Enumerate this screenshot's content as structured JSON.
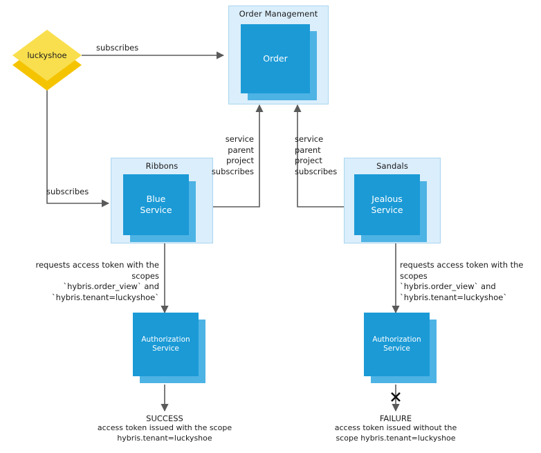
{
  "diagram": {
    "title_hidden": "",
    "tenant": {
      "label": "luckyshoe",
      "shape": "diamond",
      "fill": "#f9df4e",
      "shadow": "#f5c400"
    },
    "groups": [
      {
        "id": "order-management",
        "title": "Order Management"
      },
      {
        "id": "ribbons",
        "title": "Ribbons"
      },
      {
        "id": "sandals",
        "title": "Sandals"
      }
    ],
    "nodes": [
      {
        "id": "order",
        "label": "Order",
        "fill": "#1b9ad6",
        "shadow": "#4db3e4"
      },
      {
        "id": "blue-service",
        "label": "Blue\nService",
        "fill": "#1b9ad6",
        "shadow": "#4db3e4"
      },
      {
        "id": "jealous-service",
        "label": "Jealous\nService",
        "fill": "#1b9ad6",
        "shadow": "#4db3e4"
      },
      {
        "id": "authorization-service-left",
        "label": "Authorization\nService",
        "fill": "#1b9ad6",
        "shadow": "#4db3e4"
      },
      {
        "id": "authorization-service-right",
        "label": "Authorization\nService",
        "fill": "#1b9ad6",
        "shadow": "#4db3e4"
      }
    ],
    "edge_labels": {
      "tenant_to_order": "subscribes",
      "tenant_to_ribbons": "subscribes",
      "blue_to_order": "service\nparent\nproject\nsubscribes",
      "jealous_to_order": "service\nparent\nproject\nsubscribes",
      "blue_to_auth": "requests access token with the scopes\n`hybris.order_view` and\n`hybris.tenant=luckyshoe`",
      "jealous_to_auth": "requests access token with the scopes\n`hybris.order_view` and\n`hybris.tenant=luckyshoe`"
    },
    "outcomes": {
      "success": {
        "status": "SUCCESS",
        "detail": "access token issued with the scope\nhybris.tenant=luckyshoe"
      },
      "failure": {
        "status": "FAILURE",
        "detail": "access token issued without the\nscope hybris.tenant=luckyshoe",
        "marker": "x-mark"
      }
    },
    "colors": {
      "group_fill": "#dbeefb",
      "group_border": "#a8d5f0",
      "node_fill": "#1b9ad6",
      "node_shadow": "#4db3e4",
      "edge": "#5a5a5a",
      "text": "#1a1a1a"
    }
  }
}
